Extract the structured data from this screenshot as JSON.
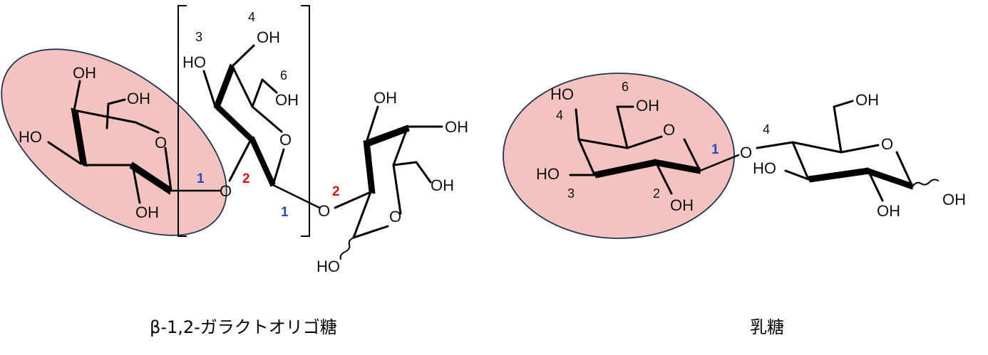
{
  "colors": {
    "highlight_fill": "#f3c3c0",
    "highlight_stroke": "#1f3550",
    "bond": "#000000",
    "link_position_blue": "#2f45c8",
    "link_position_red": "#d01818"
  },
  "left_structure": {
    "caption": "β-1,2-ガラクトオリゴ糖",
    "ring1": {
      "oh_top": "OH",
      "oh_ch2": "OH",
      "oh_left": "HO",
      "oh_bottom": "OH",
      "ring_o": "O"
    },
    "link_1_num": "1",
    "link_1_o": "O",
    "bracket_unit": {
      "c3_num": "3",
      "c4_num": "4",
      "c6_num": "6",
      "oh_c3": "HO",
      "oh_c4": "OH",
      "oh_c6": "OH",
      "ring_o": "O",
      "c2_num": "2",
      "c1_num": "1"
    },
    "link_2_o": "O",
    "reducing_end": {
      "c2_num": "2",
      "oh_top": "OH",
      "oh_right": "OH",
      "oh_ch2": "OH",
      "ring_o": "O",
      "oh_anomeric": "HO"
    }
  },
  "right_structure": {
    "caption": "乳糖",
    "gal": {
      "oh_c4": "HO",
      "c4_num": "4",
      "c6_num": "6",
      "oh_c6": "OH",
      "ring_o": "O",
      "oh_c3": "HO",
      "c3_num": "3",
      "c2_num": "2",
      "oh_c2": "OH",
      "c1_num": "1"
    },
    "link_o": "O",
    "glc": {
      "c4_num": "4",
      "oh_c6": "OH",
      "ring_o": "O",
      "oh_c3": "HO",
      "oh_c2": "OH",
      "oh_anomeric": "OH"
    }
  }
}
